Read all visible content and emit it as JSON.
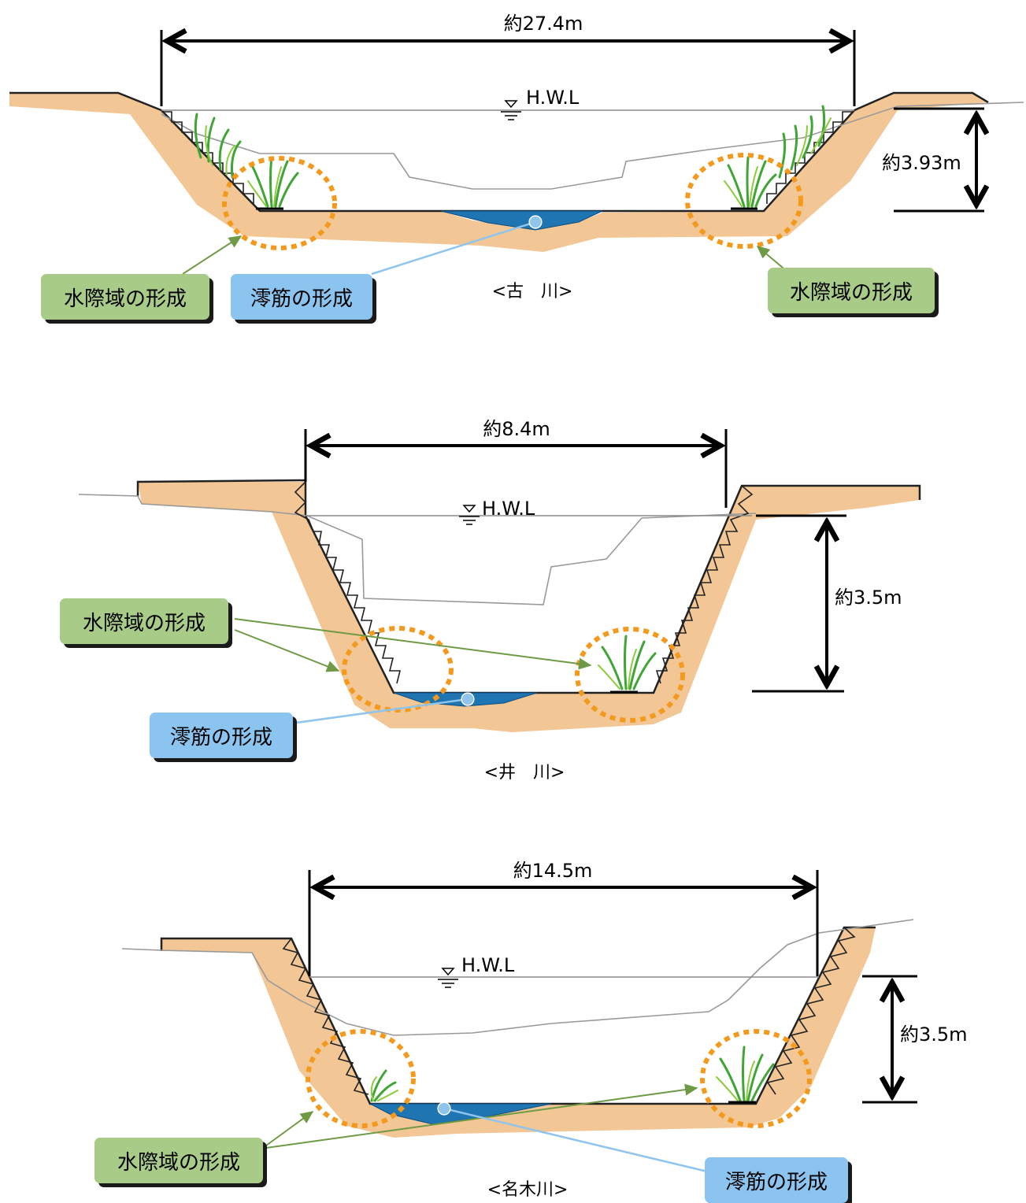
{
  "colors": {
    "ground": "#F2C795",
    "water": "#1F74B2",
    "vegetation": "#3FA535",
    "dashed_circle": "#F39A1E",
    "label_green": "#A9CB88",
    "label_blue": "#8CC4F0"
  },
  "sections": [
    {
      "id": "furukawa",
      "caption": "<古　川>",
      "width_label": "約27.4m",
      "height_label": "約3.93m",
      "hwl_label": "H.W.L",
      "labels": {
        "waterside_left": "水際域の形成",
        "waterside_right": "水際域の形成",
        "channel": "澪筋の形成"
      }
    },
    {
      "id": "ikawa",
      "caption": "<井　川>",
      "width_label": "約8.4m",
      "height_label": "約3.5m",
      "hwl_label": "H.W.L",
      "labels": {
        "waterside": "水際域の形成",
        "channel": "澪筋の形成"
      }
    },
    {
      "id": "nagigawa",
      "caption": "<名木川>",
      "width_label": "約14.5m",
      "height_label": "約3.5m",
      "hwl_label": "H.W.L",
      "labels": {
        "waterside": "水際域の形成",
        "channel": "澪筋の形成"
      }
    }
  ]
}
